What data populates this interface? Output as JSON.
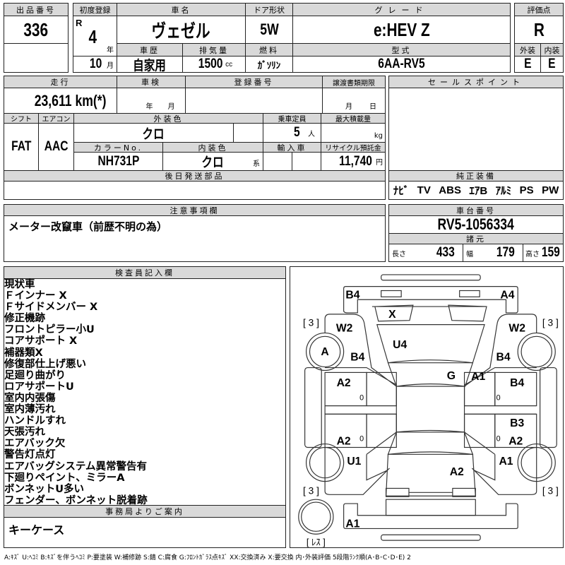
{
  "header": {
    "lot_label": "出品番号",
    "lot_no": "336",
    "first_reg_label": "初度登録",
    "era": "R",
    "year": "4",
    "year_unit": "年",
    "month": "10",
    "month_unit": "月",
    "car_name_label": "車名",
    "car_name": "ヴェゼル",
    "door_label": "ドア形状",
    "door": "5W",
    "grade_label": "グレード",
    "grade": "e:HEV Z",
    "score_label": "評価点",
    "score": "R",
    "history_label": "車歴",
    "history": "自家用",
    "displacement_label": "排気量",
    "displacement": "1500",
    "displacement_unit": "cc",
    "fuel_label": "燃料",
    "fuel": "ｶﾞｿﾘﾝ",
    "model_label": "型式",
    "model": "6AA-RV5",
    "exterior_label": "外装",
    "exterior": "E",
    "interior_label": "内装",
    "interior": "E"
  },
  "details": {
    "mileage_label": "走行",
    "mileage": "23,611 km(*)",
    "inspection_label": "車検",
    "inspection_year": "年",
    "inspection_month": "月",
    "reg_no_label": "登録番号",
    "transfer_label": "譲渡書類期限",
    "transfer_month": "月",
    "transfer_day": "日",
    "shift_label": "シフト",
    "shift": "FAT",
    "ac_label": "エアコン",
    "ac": "AAC",
    "ext_color_label": "外装色",
    "ext_color": "クロ",
    "capacity_label": "乗車定員",
    "capacity": "5",
    "capacity_unit": "人",
    "max_load_label": "最大積載量",
    "max_load_unit": "kg",
    "color_no_label": "カラーNo.",
    "color_no": "NH731P",
    "int_color_label": "内装色",
    "int_color": "クロ",
    "int_color_unit": "系",
    "import_label": "輸入車",
    "recycle_label": "リサイクル預託金",
    "recycle": "11,740",
    "recycle_unit": "円",
    "later_parts_label": "後日発送部品"
  },
  "sales_point_label": "セールスポイント",
  "equipment": {
    "label": "純正装備",
    "items": [
      "ﾅﾋﾞ",
      "TV",
      "ABS",
      "ｴｱB",
      "ｱﾙﾐ",
      "PS",
      "PW"
    ]
  },
  "notes": {
    "label": "注意事項欄",
    "text": "メーター改竄車（前歴不明の為）"
  },
  "chassis": {
    "label": "車台番号",
    "value": "RV5-1056334",
    "spec_label": "諸元",
    "length_label": "長さ",
    "length": "433",
    "width_label": "幅",
    "width": "179",
    "height_label": "高さ",
    "height": "159"
  },
  "inspector": {
    "label": "検査員記入欄",
    "items": [
      "現状車",
      "Ｆインナー X",
      "Ｆサイドメンバー X",
      "修正機跡",
      "フロントピラー小U",
      "コアサポート X",
      "補器類X",
      "修復部仕上げ悪い",
      "足廻り曲がり",
      "ロアサポートU",
      "室内内張傷",
      "室内薄汚れ",
      "ハンドルすれ",
      "天張汚れ",
      "エアバック欠",
      "警告灯点灯",
      "エアバッグシステム異常警告有",
      "下廻りペイント、ミラーA",
      "ボンネットU多い",
      "フェンダー、ボンネット脱着跡"
    ]
  },
  "office": {
    "label": "事務局よりご案内",
    "text": "キーケース"
  },
  "diagram": {
    "marks": [
      "B4",
      "A4",
      "X",
      "W2",
      "W2",
      "A",
      "U4",
      "B4",
      "B4",
      "G",
      "A1",
      "A2",
      "B4",
      "B3",
      "A2",
      "A2",
      "U1",
      "A1",
      "A2",
      "A1"
    ],
    "tire_marks": [
      "[ 3 ]",
      "[ 3 ]",
      "[ 3 ]",
      "[ 3 ]"
    ],
    "spare": "[ ﾚｽ ]",
    "pillar_marks": [
      "0",
      "0",
      "0",
      "0"
    ]
  },
  "legend": "A:ｷｽﾞ  U:ﾍｺﾐ  B:ｷｽﾞを伴うﾍｺﾐ  P:要塗装  W:補修跡  S:錆  C:腐食  G:ﾌﾛﾝﾄｶﾞﾗｽ点ｷｽﾞ  XX:交換済み  X:要交換  内･外装評価  5段階ﾗﾝｸ順(A･B･C･D･E) 2"
}
